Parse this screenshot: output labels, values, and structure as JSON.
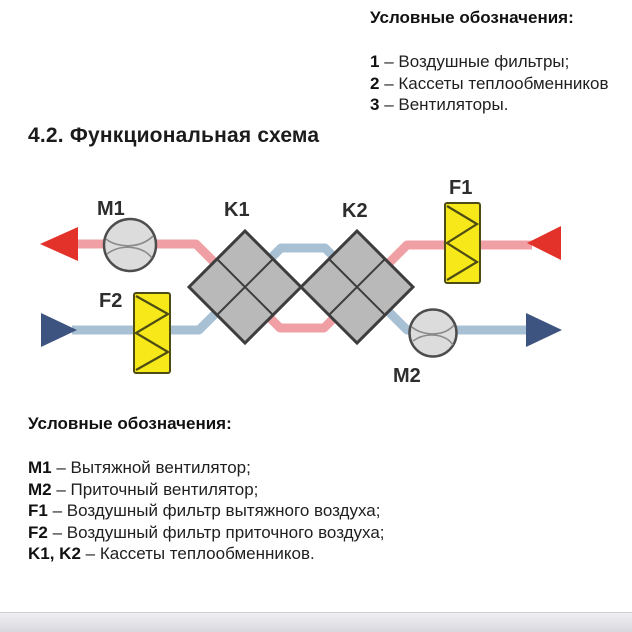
{
  "top_legend": {
    "title": "Условные обозначения:",
    "items": [
      {
        "key": "1",
        "text": "– Воздушные фильтры;"
      },
      {
        "key": "2",
        "text": "– Кассеты теплообменников"
      },
      {
        "key": "3",
        "text": "– Вентиляторы."
      }
    ]
  },
  "heading": "4.2. Функциональная схема",
  "diagram": {
    "labels": {
      "m1": "M1",
      "m2": "M2",
      "k1": "K1",
      "k2": "K2",
      "f1": "F1",
      "f2": "F2"
    },
    "colors": {
      "exhaust_line": "#f0a0a5",
      "exhaust_arrow": "#e2322a",
      "supply_line": "#a8c0d4",
      "supply_arrow": "#3e5480",
      "heat_exchanger_fill": "#b9b9b9",
      "filter_fill": "#f7e819",
      "fan_fill": "#dcdcdc",
      "outline": "#3f3f3f"
    }
  },
  "bottom_legend": {
    "title": "Условные обозначения:",
    "items": [
      {
        "key": "M1",
        "text": "– Вытяжной вентилятор;"
      },
      {
        "key": "M2",
        "text": "– Приточный вентилятор;"
      },
      {
        "key": "F1",
        "text": "– Воздушный фильтр вытяжного воздуха;"
      },
      {
        "key": "F2",
        "text": "– Воздушный фильтр приточного воздуха;"
      },
      {
        "key": "K1, K2",
        "text": "– Кассеты теплообменников."
      }
    ]
  }
}
